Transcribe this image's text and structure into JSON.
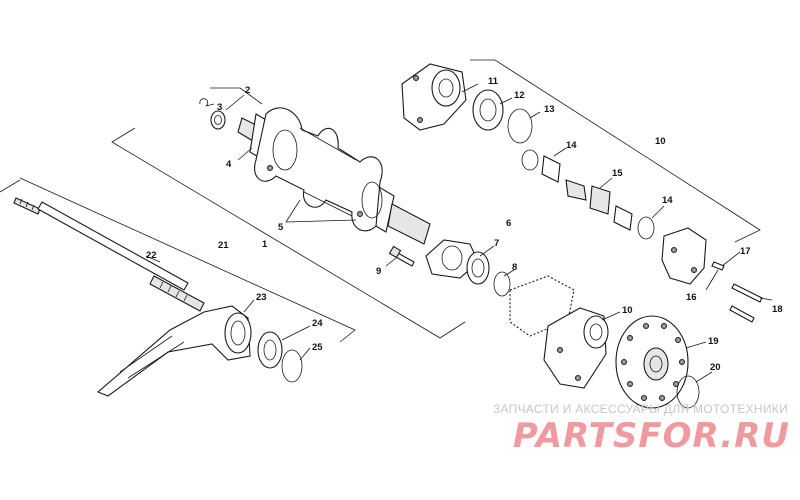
{
  "callouts": [
    {
      "id": "c1",
      "label": "1"
    },
    {
      "id": "c2",
      "label": "2"
    },
    {
      "id": "c3",
      "label": "3"
    },
    {
      "id": "c4",
      "label": "4"
    },
    {
      "id": "c5",
      "label": "5"
    },
    {
      "id": "c6",
      "label": "6"
    },
    {
      "id": "c7",
      "label": "7"
    },
    {
      "id": "c8",
      "label": "8"
    },
    {
      "id": "c9",
      "label": "9"
    },
    {
      "id": "c10a",
      "label": "10"
    },
    {
      "id": "c10b",
      "label": "10"
    },
    {
      "id": "c11",
      "label": "11"
    },
    {
      "id": "c12",
      "label": "12"
    },
    {
      "id": "c13",
      "label": "13"
    },
    {
      "id": "c14a",
      "label": "14"
    },
    {
      "id": "c14b",
      "label": "14"
    },
    {
      "id": "c15",
      "label": "15"
    },
    {
      "id": "c16",
      "label": "16"
    },
    {
      "id": "c17",
      "label": "17"
    },
    {
      "id": "c18",
      "label": "18"
    },
    {
      "id": "c19",
      "label": "19"
    },
    {
      "id": "c20",
      "label": "20"
    },
    {
      "id": "c21",
      "label": "21"
    },
    {
      "id": "c22",
      "label": "22"
    },
    {
      "id": "c23",
      "label": "23"
    },
    {
      "id": "c24",
      "label": "24"
    },
    {
      "id": "c25",
      "label": "25"
    }
  ],
  "watermark": {
    "tagline": "ЗАПЧАСТИ И АКСЕССУАРЫ ДЛЯ МОТОТЕХНИКИ",
    "logo": "PARTSFOR.RU"
  },
  "colors": {
    "line": "#1a1a1a",
    "watermark_logo": "#ef9a9e",
    "watermark_text": "#c7c7c7"
  }
}
